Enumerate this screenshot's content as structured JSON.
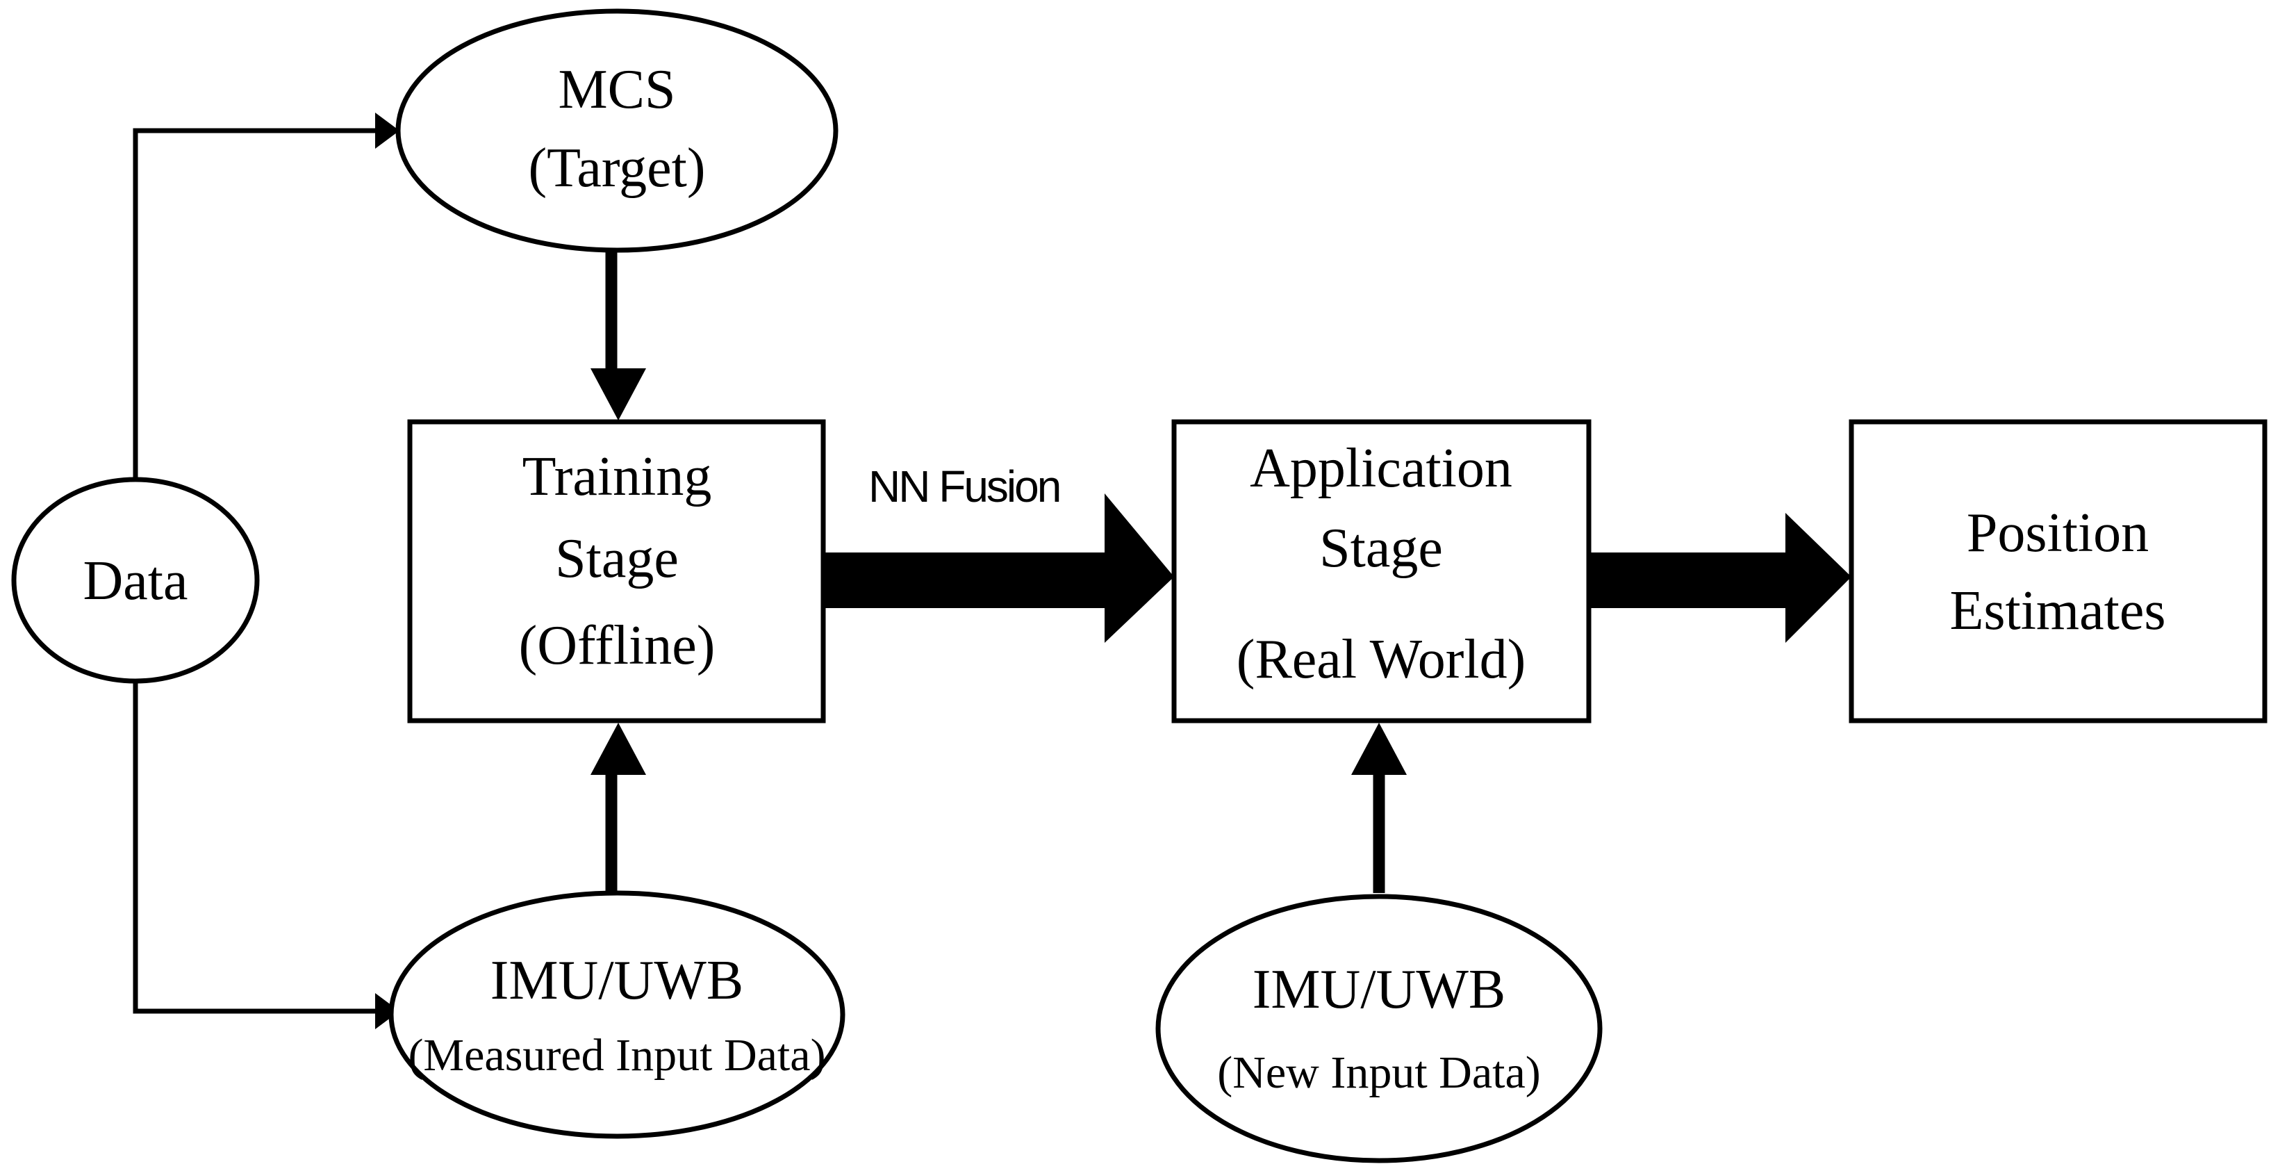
{
  "nodes": {
    "data": {
      "label": "Data"
    },
    "mcs": {
      "line1": "MCS",
      "line2": "(Target)"
    },
    "training": {
      "line1": "Training",
      "line2": "Stage",
      "line3": "(Offline)"
    },
    "application": {
      "line1": "Application",
      "line2": "Stage",
      "line3": "(Real World)"
    },
    "position": {
      "line1": "Position",
      "line2": "Estimates"
    },
    "imu_measured": {
      "line1": "IMU/UWB",
      "line2": "(Measured Input Data)"
    },
    "imu_new": {
      "line1": "IMU/UWB",
      "line2": "(New Input Data)"
    }
  },
  "edges": {
    "nn_fusion_label": "NN Fusion"
  }
}
